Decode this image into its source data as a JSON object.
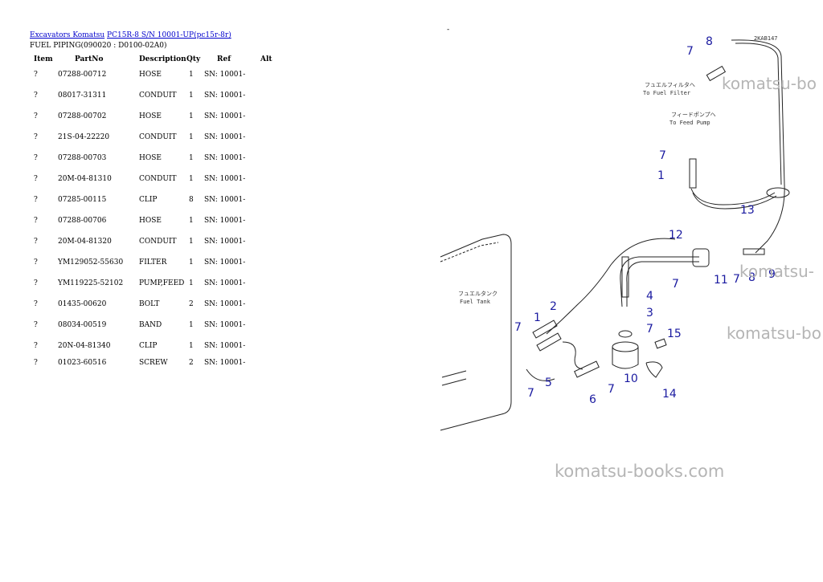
{
  "breadcrumb": {
    "link1": "Excavators Komatsu",
    "link2": "PC15R-8 S/N 10001-UP(pc15r-8r)"
  },
  "subtitle": "FUEL PIPING(090020 : D0100-02A0)",
  "table": {
    "headers": [
      "Item",
      "PartNo",
      "Description",
      "Qty",
      "Ref",
      "Alt"
    ],
    "rows": [
      {
        "item": "?",
        "part": "07288-00712",
        "desc": "HOSE",
        "qty": "1",
        "ref": "SN: 10001-"
      },
      {
        "item": "?",
        "part": "08017-31311",
        "desc": "CONDUIT",
        "qty": "1",
        "ref": "SN: 10001-"
      },
      {
        "item": "?",
        "part": "07288-00702",
        "desc": "HOSE",
        "qty": "1",
        "ref": "SN: 10001-"
      },
      {
        "item": "?",
        "part": "21S-04-22220",
        "desc": "CONDUIT",
        "qty": "1",
        "ref": "SN: 10001-"
      },
      {
        "item": "?",
        "part": "07288-00703",
        "desc": "HOSE",
        "qty": "1",
        "ref": "SN: 10001-"
      },
      {
        "item": "?",
        "part": "20M-04-81310",
        "desc": "CONDUIT",
        "qty": "1",
        "ref": "SN: 10001-"
      },
      {
        "item": "?",
        "part": "07285-00115",
        "desc": "CLIP",
        "qty": "8",
        "ref": "SN: 10001-"
      },
      {
        "item": "?",
        "part": "07288-00706",
        "desc": "HOSE",
        "qty": "1",
        "ref": "SN: 10001-"
      },
      {
        "item": "?",
        "part": "20M-04-81320",
        "desc": "CONDUIT",
        "qty": "1",
        "ref": "SN: 10001-"
      },
      {
        "item": "?",
        "part": "YM129052-55630",
        "desc": "FILTER",
        "qty": "1",
        "ref": "SN: 10001-"
      },
      {
        "item": "?",
        "part": "YM119225-52102",
        "desc": "PUMP,FEED",
        "qty": "1",
        "ref": "SN: 10001-"
      },
      {
        "item": "?",
        "part": "01435-00620",
        "desc": "BOLT",
        "qty": "2",
        "ref": "SN: 10001-"
      },
      {
        "item": "?",
        "part": "08034-00519",
        "desc": "BAND",
        "qty": "1",
        "ref": "SN: 10001-"
      },
      {
        "item": "?",
        "part": "20N-04-81340",
        "desc": "CLIP",
        "qty": "1",
        "ref": "SN: 10001-"
      },
      {
        "item": "?",
        "part": "01023-60516",
        "desc": "SCREW",
        "qty": "2",
        "ref": "SN: 10001-"
      }
    ]
  },
  "diagram": {
    "tick": "-",
    "code": "2KAB147",
    "to_fuel_filter_jp": "フュエルフィルタへ",
    "to_fuel_filter": "To Fuel Filter",
    "to_feed_pump_jp": "フィードポンプへ",
    "to_feed_pump": "To Feed Pump",
    "fuel_tank_jp": "フュエルタンク",
    "fuel_tank": "Fuel Tank",
    "callouts": [
      "8",
      "7",
      "7",
      "1",
      "13",
      "12",
      "11",
      "7",
      "8",
      "9",
      "7",
      "4",
      "3",
      "7",
      "15",
      "1",
      "2",
      "7",
      "5",
      "7",
      "10",
      "6",
      "7",
      "14"
    ]
  },
  "watermarks": [
    "komatsu-books.com",
    "komatsu-bo",
    "komatsu-",
    "komatsu-bo"
  ]
}
